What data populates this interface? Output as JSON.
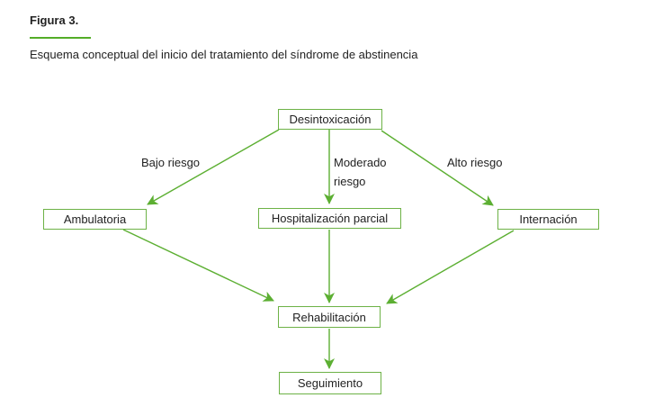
{
  "figure": {
    "label": "Figura 3.",
    "caption": "Esquema conceptual del inicio del tratamiento del síndrome de abstinencia"
  },
  "colors": {
    "green": "#5caf32",
    "border": "#6db246",
    "underline": "#53ad27",
    "text": "#222222",
    "background": "#ffffff"
  },
  "flowchart": {
    "nodes": {
      "desintoxicacion": "Desintoxicación",
      "ambulatoria": "Ambulatoria",
      "hospitalizacion_parcial": "Hospitalización parcial",
      "internacion": "Internación",
      "rehabilitacion": "Rehabilitación",
      "seguimiento": "Seguimiento"
    },
    "edge_labels": {
      "bajo_riesgo": "Bajo riesgo",
      "moderado_riesgo": "Moderado riesgo",
      "alto_riesgo": "Alto riesgo"
    }
  }
}
